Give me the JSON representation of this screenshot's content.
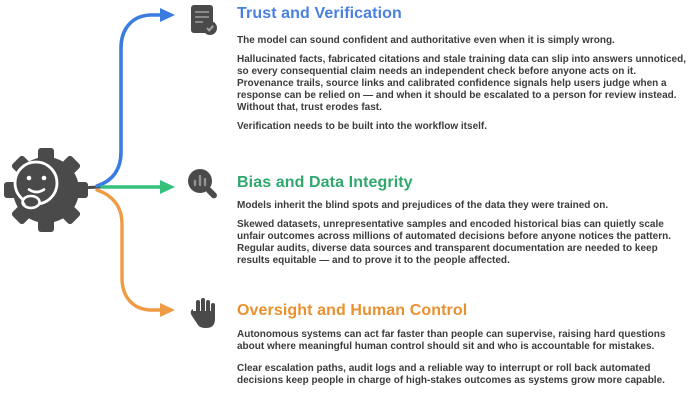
{
  "palette": {
    "trust_blue": "#4a80e0",
    "bias_green": "#2fa86e",
    "oversight_orange": "#e8912e",
    "arrow_blue": "#3b7ce0",
    "arrow_green": "#35c07c",
    "arrow_orange": "#ef9a44",
    "body_text": "#3c3c3c",
    "icon_gray": "#4a4a4a"
  },
  "center": {
    "icon": "thinking-face-gear"
  },
  "sections": {
    "trust": {
      "title": "Trust and Verification",
      "icon": "verification-certificate",
      "lead": "The model can sound confident and authoritative even when it is simply wrong.",
      "body": "Hallucinated facts, fabricated citations and stale training data can slip into answers unnoticed, so every consequential claim needs an independent check before anyone acts on it. Provenance trails, source links and calibrated confidence signals help users judge when a response can be relied on — and when it should be escalated to a person for review instead. Without that, trust erodes fast.",
      "footer": "Verification needs to be built into the workflow itself."
    },
    "bias": {
      "title": "Bias and Data Integrity",
      "icon": "data-magnifier",
      "lead": "Models inherit the blind spots and prejudices of the data they were trained on.",
      "body": "Skewed datasets, unrepresentative samples and encoded historical bias can quietly scale unfair outcomes across millions of automated decisions before anyone notices the pattern. Regular audits, diverse data sources and transparent documentation are needed to keep results equitable — and to prove it to the people affected."
    },
    "oversight": {
      "title": "Oversight and Human Control",
      "icon": "human-hand",
      "para1": "Autonomous systems can act far faster than people can supervise, raising hard questions about where meaningful human control should sit and who is accountable for mistakes.",
      "para2": "Clear escalation paths, audit logs and a reliable way to interrupt or roll back automated decisions keep people in charge of high-stakes outcomes as systems grow more capable."
    }
  }
}
